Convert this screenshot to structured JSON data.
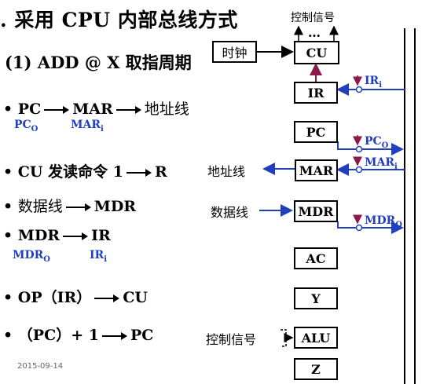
{
  "title": ". 采用 CPU 内部总线方式",
  "subtitle": "(1) ADD @ X 取指周期",
  "steps": [
    {
      "bullet": "•",
      "left": "PC",
      "right": "MAR",
      "tail": "地址线"
    },
    {
      "bullet": "•",
      "text": "CU 发读命令 1",
      "right": "R"
    },
    {
      "bullet": "•",
      "text": "数据线",
      "right": "MDR"
    },
    {
      "bullet": "•",
      "left": "MDR",
      "right": "IR"
    },
    {
      "bullet": "•",
      "text": "OP（IR）",
      "right": "CU"
    },
    {
      "bullet": "•",
      "text": "（PC）+ 1",
      "right": "PC"
    }
  ],
  "subs": {
    "pc_o": "PC",
    "pc_o_sub": "O",
    "mar_i": "MAR",
    "mar_i_sub": "i",
    "mdr_o": "MDR",
    "mdr_o_sub": "O",
    "ir_i": "IR",
    "ir_i_sub": "i"
  },
  "date": "2015-09-14",
  "diagram": {
    "ctrl_top": "控制信号",
    "dots": "…",
    "clock": "时钟",
    "cu": "CU",
    "ir": "IR",
    "pc": "PC",
    "mar": "MAR",
    "mdr": "MDR",
    "ac": "AC",
    "y": "Y",
    "alu": "ALU",
    "z": "Z",
    "addr_line": "地址线",
    "data_line": "数据线",
    "ctrl_bottom": "控制信号",
    "sig_ir": "IR",
    "sig_ir_sub": "i",
    "sig_pc": "PC",
    "sig_pc_sub": "O",
    "sig_mar": "MAR",
    "sig_mar_sub": "i",
    "sig_mdr": "MDR",
    "sig_mdr_sub": "O",
    "sig_arrow": "↓"
  },
  "colors": {
    "accent": "#1f3fbf",
    "signal": "#8b1a4a"
  }
}
